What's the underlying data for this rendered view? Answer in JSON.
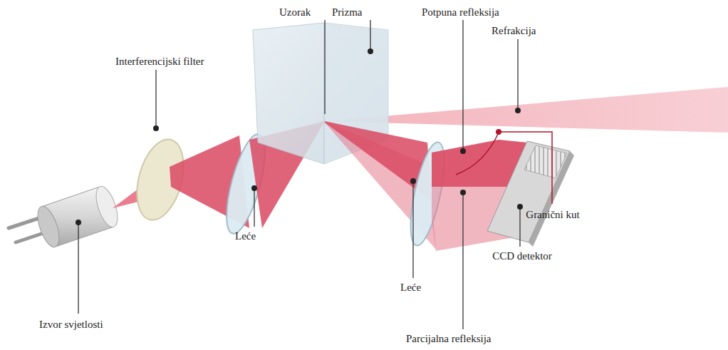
{
  "diagram": {
    "labels": [
      "Uzorak",
      "Prizma",
      "Potpuna refleksija",
      "Refrakcija",
      "Interferencijski filter",
      "Leće",
      "Leće",
      "Granični kut",
      "CCD detektor",
      "Izvor svjetlosti",
      "Parcijalna refleksija"
    ]
  }
}
